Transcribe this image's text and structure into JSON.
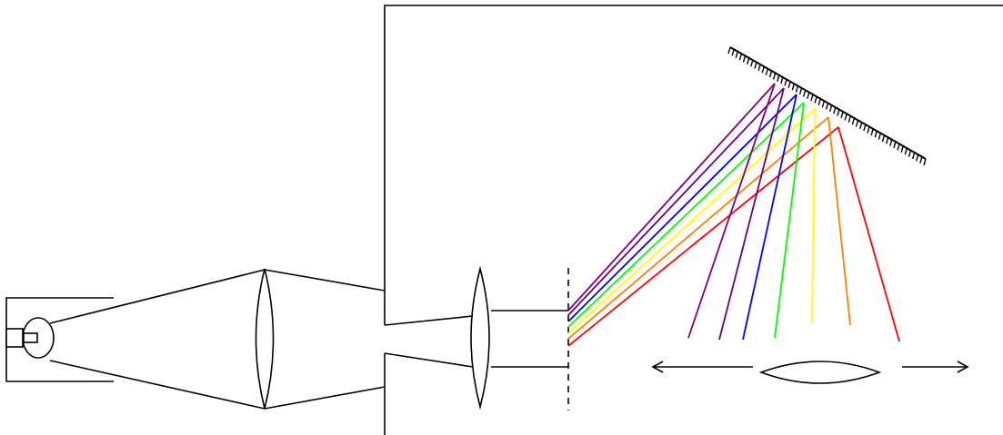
{
  "diagram": {
    "type": "optical-spectrometer-schematic",
    "line_color": "#000000",
    "background": "#ffffff",
    "components": [
      "lamp",
      "lamp-housing",
      "condenser-lens",
      "enclosure",
      "entrance-aperture",
      "collimating-lens",
      "dashed-slit-plane",
      "diffraction-grating",
      "dispersed-spectrum",
      "moving-lens",
      "left-arrow",
      "right-arrow"
    ],
    "spectrum_colors": [
      {
        "name": "violet",
        "hex": "#800080"
      },
      {
        "name": "purple",
        "hex": "#6a0080"
      },
      {
        "name": "blue",
        "hex": "#0000ff"
      },
      {
        "name": "green",
        "hex": "#00ff00"
      },
      {
        "name": "yellow",
        "hex": "#ffff00"
      },
      {
        "name": "orange",
        "hex": "#ff8000"
      },
      {
        "name": "red",
        "hex": "#ff0000"
      }
    ]
  }
}
